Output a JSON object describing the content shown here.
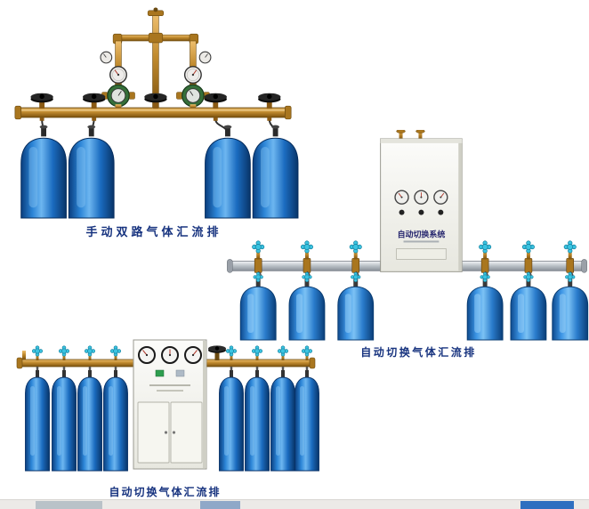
{
  "page": {
    "background": "#ffffff"
  },
  "products": [
    {
      "id": "manual-dual-manifold",
      "caption": "手动双路气体汇流排",
      "cylinder_count": 4
    },
    {
      "id": "auto-switch-manifold-with-cabinet",
      "caption": "自动切换气体汇流排",
      "cabinet_label": "自动切换系统",
      "cylinder_count": 6
    },
    {
      "id": "auto-switch-manifold-with-gauges",
      "caption": "自动切换气体汇流排",
      "cylinder_count": 8
    }
  ],
  "colors": {
    "caption_text": "#17337f",
    "cylinder_blue": "#1565c0",
    "cylinder_blue_dark": "#083a75",
    "cylinder_highlight": "#8fcaf5",
    "brass_pipe": "#c08a2e",
    "brass_dark": "#8a5a14",
    "silver_pipe": "#b9c0c6",
    "handwheel_cyan": "#3bc3e0",
    "regulator_green": "#356f39",
    "cabinet_white": "#f4f4ee",
    "valve_black": "#141414",
    "gallery_thumb_colors": [
      "#b9c2c8",
      "#8fa8c8",
      "#2f6fc0"
    ]
  }
}
